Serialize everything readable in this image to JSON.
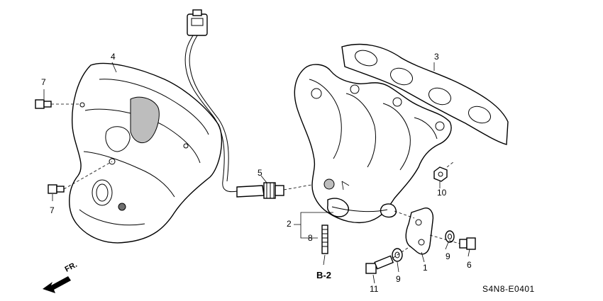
{
  "diagram": {
    "callouts": {
      "c1": "1",
      "c2": "2",
      "c3": "3",
      "c4": "4",
      "c5": "5",
      "c6": "6",
      "c7a": "7",
      "c7b": "7",
      "c8": "8",
      "c9a": "9",
      "c9b": "9",
      "c10": "10",
      "c11": "11"
    },
    "reference": "B-2",
    "direction": "FR.",
    "part_code": "S4N8-E0401"
  }
}
